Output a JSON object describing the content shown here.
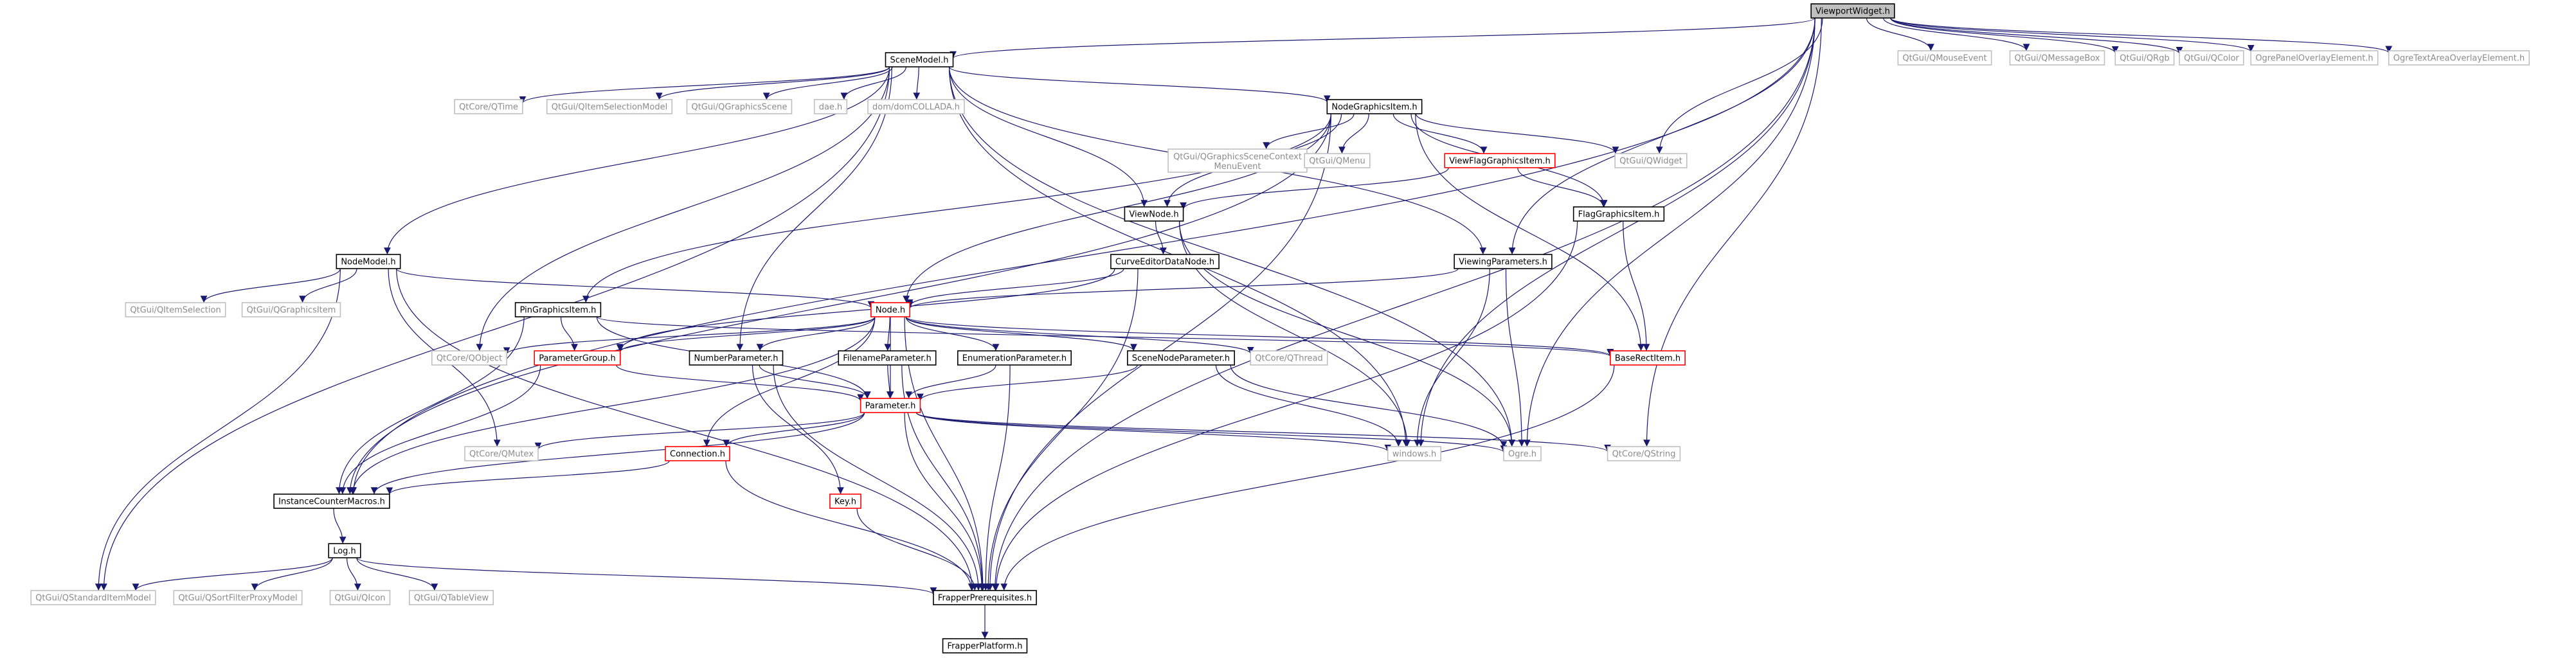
{
  "graph": {
    "colors": {
      "edge": "#191970",
      "root_fill": "#bfbfbf",
      "node_fill": "#ffffff",
      "border_black": "#000000",
      "border_red": "#ff0000",
      "border_gray": "#bfbfbf",
      "text_dark": "#000000",
      "text_gray": "#8c8c8c"
    },
    "nodes": [
      {
        "id": "viewport",
        "label": "ViewportWidget.h",
        "style": "root"
      },
      {
        "id": "qmouseevent",
        "label": "QtGui/QMouseEvent",
        "style": "ext"
      },
      {
        "id": "qmessagebox",
        "label": "QtGui/QMessageBox",
        "style": "ext"
      },
      {
        "id": "qrgb",
        "label": "QtGui/QRgb",
        "style": "ext"
      },
      {
        "id": "qcolor",
        "label": "QtGui/QColor",
        "style": "ext"
      },
      {
        "id": "ogrepanel",
        "label": "OgrePanelOverlayElement.h",
        "style": "ext"
      },
      {
        "id": "ogretextarea",
        "label": "OgreTextAreaOverlayElement.h",
        "style": "ext"
      },
      {
        "id": "scenemodel",
        "label": "SceneModel.h",
        "style": "local"
      },
      {
        "id": "qtime",
        "label": "QtCore/QTime",
        "style": "ext"
      },
      {
        "id": "qitemselmodel",
        "label": "QtGui/QItemSelectionModel",
        "style": "ext"
      },
      {
        "id": "qgraphicsscene",
        "label": "QtGui/QGraphicsScene",
        "style": "ext"
      },
      {
        "id": "dae",
        "label": "dae.h",
        "style": "ext"
      },
      {
        "id": "domcollada",
        "label": "dom/domCOLLADA.h",
        "style": "ext"
      },
      {
        "id": "nodegraphicsitem",
        "label": "NodeGraphicsItem.h",
        "style": "local"
      },
      {
        "id": "qgsceneevent",
        "label": "QtGui/QGraphicsSceneContext MenuEvent",
        "style": "ext"
      },
      {
        "id": "qmenu",
        "label": "QtGui/QMenu",
        "style": "ext"
      },
      {
        "id": "viewflag",
        "label": "ViewFlagGraphicsItem.h",
        "style": "red"
      },
      {
        "id": "qwidget",
        "label": "QtGui/QWidget",
        "style": "ext"
      },
      {
        "id": "viewnode",
        "label": "ViewNode.h",
        "style": "local"
      },
      {
        "id": "flaggraphics",
        "label": "FlagGraphicsItem.h",
        "style": "local"
      },
      {
        "id": "curveeditor",
        "label": "CurveEditorDataNode.h",
        "style": "local"
      },
      {
        "id": "viewingparams",
        "label": "ViewingParameters.h",
        "style": "local"
      },
      {
        "id": "nodemodel",
        "label": "NodeModel.h",
        "style": "local"
      },
      {
        "id": "qitemselection",
        "label": "QtGui/QItemSelection",
        "style": "ext"
      },
      {
        "id": "qgraphicsitem",
        "label": "QtGui/QGraphicsItem",
        "style": "ext"
      },
      {
        "id": "pingraphics",
        "label": "PinGraphicsItem.h",
        "style": "local"
      },
      {
        "id": "nodeh",
        "label": "Node.h",
        "style": "red"
      },
      {
        "id": "qobject",
        "label": "QtCore/QObject",
        "style": "ext"
      },
      {
        "id": "paramgroup",
        "label": "ParameterGroup.h",
        "style": "red"
      },
      {
        "id": "numberparam",
        "label": "NumberParameter.h",
        "style": "local"
      },
      {
        "id": "filenameparam",
        "label": "FilenameParameter.h",
        "style": "local"
      },
      {
        "id": "enumparam",
        "label": "EnumerationParameter.h",
        "style": "local"
      },
      {
        "id": "scenenodeparam",
        "label": "SceneNodeParameter.h",
        "style": "local"
      },
      {
        "id": "qthread",
        "label": "QtCore/QThread",
        "style": "ext"
      },
      {
        "id": "baserect",
        "label": "BaseRectItem.h",
        "style": "red"
      },
      {
        "id": "parameter",
        "label": "Parameter.h",
        "style": "red"
      },
      {
        "id": "qmutex",
        "label": "QtCore/QMutex",
        "style": "ext"
      },
      {
        "id": "connection",
        "label": "Connection.h",
        "style": "red"
      },
      {
        "id": "windows",
        "label": "windows.h",
        "style": "ext"
      },
      {
        "id": "ogre",
        "label": "Ogre.h",
        "style": "ext"
      },
      {
        "id": "qstring",
        "label": "QtCore/QString",
        "style": "ext"
      },
      {
        "id": "instancecounter",
        "label": "InstanceCounterMacros.h",
        "style": "local"
      },
      {
        "id": "keyh",
        "label": "Key.h",
        "style": "red"
      },
      {
        "id": "logh",
        "label": "Log.h",
        "style": "local"
      },
      {
        "id": "qstditemmodel",
        "label": "QtGui/QStandardItemModel",
        "style": "ext"
      },
      {
        "id": "qsortfilter",
        "label": "QtGui/QSortFilterProxyModel",
        "style": "ext"
      },
      {
        "id": "qicon",
        "label": "QtGui/QIcon",
        "style": "ext"
      },
      {
        "id": "qtableview",
        "label": "QtGui/QTableView",
        "style": "ext"
      },
      {
        "id": "frapperprereq",
        "label": "FrapperPrerequisites.h",
        "style": "local"
      },
      {
        "id": "frapperplatform",
        "label": "FrapperPlatform.h",
        "style": "local"
      }
    ],
    "edges": [
      [
        "viewport",
        "qmouseevent"
      ],
      [
        "viewport",
        "qmessagebox"
      ],
      [
        "viewport",
        "qrgb"
      ],
      [
        "viewport",
        "qcolor"
      ],
      [
        "viewport",
        "ogrepanel"
      ],
      [
        "viewport",
        "ogretextarea"
      ],
      [
        "viewport",
        "scenemodel"
      ],
      [
        "viewport",
        "qwidget"
      ],
      [
        "viewport",
        "viewingparams"
      ],
      [
        "viewport",
        "ogre"
      ],
      [
        "viewport",
        "qstring"
      ],
      [
        "viewport",
        "windows"
      ],
      [
        "viewport",
        "instancecounter"
      ],
      [
        "viewport",
        "frapperprereq"
      ],
      [
        "scenemodel",
        "qtime"
      ],
      [
        "scenemodel",
        "qitemselmodel"
      ],
      [
        "scenemodel",
        "qgraphicsscene"
      ],
      [
        "scenemodel",
        "dae"
      ],
      [
        "scenemodel",
        "domcollada"
      ],
      [
        "scenemodel",
        "nodegraphicsitem"
      ],
      [
        "scenemodel",
        "nodemodel"
      ],
      [
        "scenemodel",
        "qobject"
      ],
      [
        "scenemodel",
        "qstditemmodel"
      ],
      [
        "scenemodel",
        "viewnode"
      ],
      [
        "scenemodel",
        "viewingparams"
      ],
      [
        "scenemodel",
        "numberparam"
      ],
      [
        "scenemodel",
        "windows"
      ],
      [
        "scenemodel",
        "ogre"
      ],
      [
        "nodegraphicsitem",
        "qgsceneevent"
      ],
      [
        "nodegraphicsitem",
        "qmenu"
      ],
      [
        "nodegraphicsitem",
        "viewflag"
      ],
      [
        "nodegraphicsitem",
        "qwidget"
      ],
      [
        "nodegraphicsitem",
        "flaggraphics"
      ],
      [
        "nodegraphicsitem",
        "viewnode"
      ],
      [
        "nodegraphicsitem",
        "pingraphics"
      ],
      [
        "nodegraphicsitem",
        "nodeh"
      ],
      [
        "nodegraphicsitem",
        "baserect"
      ],
      [
        "nodegraphicsitem",
        "instancecounter"
      ],
      [
        "nodegraphicsitem",
        "frapperprereq"
      ],
      [
        "viewflag",
        "viewnode"
      ],
      [
        "viewflag",
        "flaggraphics"
      ],
      [
        "flaggraphics",
        "baserect"
      ],
      [
        "flaggraphics",
        "frapperprereq"
      ],
      [
        "viewnode",
        "curveeditor"
      ],
      [
        "viewnode",
        "windows"
      ],
      [
        "viewnode",
        "ogre"
      ],
      [
        "curveeditor",
        "nodeh"
      ],
      [
        "curveeditor",
        "paramgroup"
      ],
      [
        "curveeditor",
        "frapperprereq"
      ],
      [
        "viewingparams",
        "nodeh"
      ],
      [
        "viewingparams",
        "windows"
      ],
      [
        "viewingparams",
        "ogre"
      ],
      [
        "nodemodel",
        "qitemselection"
      ],
      [
        "nodemodel",
        "qgraphicsitem"
      ],
      [
        "nodemodel",
        "nodeh"
      ],
      [
        "nodemodel",
        "qmutex"
      ],
      [
        "nodemodel",
        "qstditemmodel"
      ],
      [
        "nodemodel",
        "frapperprereq"
      ],
      [
        "pingraphics",
        "paramgroup"
      ],
      [
        "pingraphics",
        "parameter"
      ],
      [
        "pingraphics",
        "baserect"
      ],
      [
        "pingraphics",
        "instancecounter"
      ],
      [
        "nodeh",
        "qobject"
      ],
      [
        "nodeh",
        "paramgroup"
      ],
      [
        "nodeh",
        "numberparam"
      ],
      [
        "nodeh",
        "filenameparam"
      ],
      [
        "nodeh",
        "enumparam"
      ],
      [
        "nodeh",
        "scenenodeparam"
      ],
      [
        "nodeh",
        "qthread"
      ],
      [
        "nodeh",
        "baserect"
      ],
      [
        "nodeh",
        "parameter"
      ],
      [
        "nodeh",
        "connection"
      ],
      [
        "nodeh",
        "instancecounter"
      ],
      [
        "nodeh",
        "frapperprereq"
      ],
      [
        "paramgroup",
        "parameter"
      ],
      [
        "paramgroup",
        "instancecounter"
      ],
      [
        "numberparam",
        "parameter"
      ],
      [
        "numberparam",
        "keyh"
      ],
      [
        "numberparam",
        "frapperprereq"
      ],
      [
        "filenameparam",
        "parameter"
      ],
      [
        "filenameparam",
        "frapperprereq"
      ],
      [
        "enumparam",
        "parameter"
      ],
      [
        "enumparam",
        "frapperprereq"
      ],
      [
        "scenenodeparam",
        "parameter"
      ],
      [
        "scenenodeparam",
        "windows"
      ],
      [
        "scenenodeparam",
        "ogre"
      ],
      [
        "baserect",
        "frapperprereq"
      ],
      [
        "parameter",
        "qmutex"
      ],
      [
        "parameter",
        "connection"
      ],
      [
        "parameter",
        "windows"
      ],
      [
        "parameter",
        "ogre"
      ],
      [
        "parameter",
        "qstring"
      ],
      [
        "parameter",
        "instancecounter"
      ],
      [
        "parameter",
        "frapperprereq"
      ],
      [
        "connection",
        "instancecounter"
      ],
      [
        "connection",
        "frapperprereq"
      ],
      [
        "keyh",
        "frapperprereq"
      ],
      [
        "instancecounter",
        "logh"
      ],
      [
        "logh",
        "qstditemmodel"
      ],
      [
        "logh",
        "qsortfilter"
      ],
      [
        "logh",
        "qicon"
      ],
      [
        "logh",
        "qtableview"
      ],
      [
        "logh",
        "frapperprereq"
      ],
      [
        "frapperprereq",
        "frapperplatform"
      ]
    ]
  }
}
